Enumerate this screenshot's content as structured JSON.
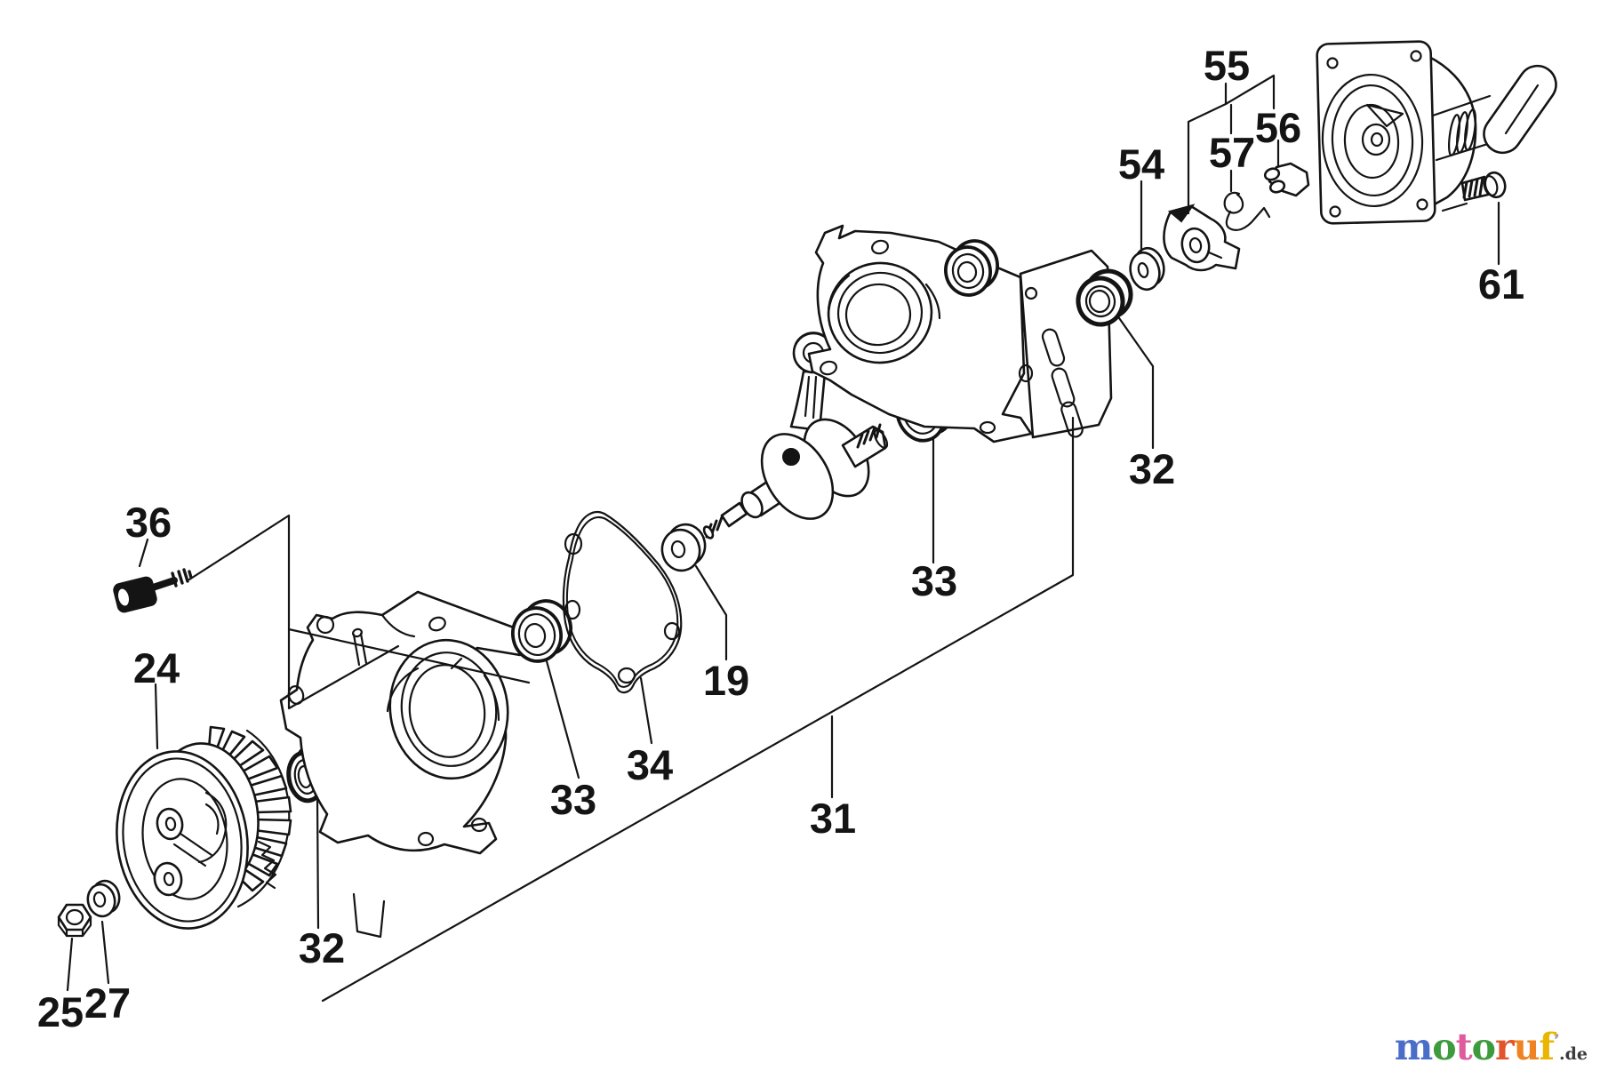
{
  "canvas": {
    "background": "#ffffff",
    "line_color": "#141414"
  },
  "labels": {
    "n55": "55",
    "n56": "56",
    "n57": "57",
    "n54": "54",
    "n61": "61",
    "n32_right": "32",
    "n33_right": "33",
    "n19": "19",
    "n34": "34",
    "n31": "31",
    "n33_left": "33",
    "n36": "36",
    "n24": "24",
    "n32_left": "32",
    "n25": "25",
    "n27": "27"
  },
  "logo": {
    "letters": [
      {
        "ch": "m",
        "style": "color:#4a6dc8"
      },
      {
        "ch": "o",
        "style": "color:#3d9b3d"
      },
      {
        "ch": "t",
        "style": "color:#df5b9e"
      },
      {
        "ch": "o",
        "style": "color:#3d9b3d"
      },
      {
        "ch": "r",
        "style": "color:#e2542b"
      },
      {
        "ch": "u",
        "style": "color:#ef8222"
      },
      {
        "ch": "f",
        "style": "color:#e9b501"
      }
    ],
    "mark": "’",
    "suffix": ".de"
  }
}
